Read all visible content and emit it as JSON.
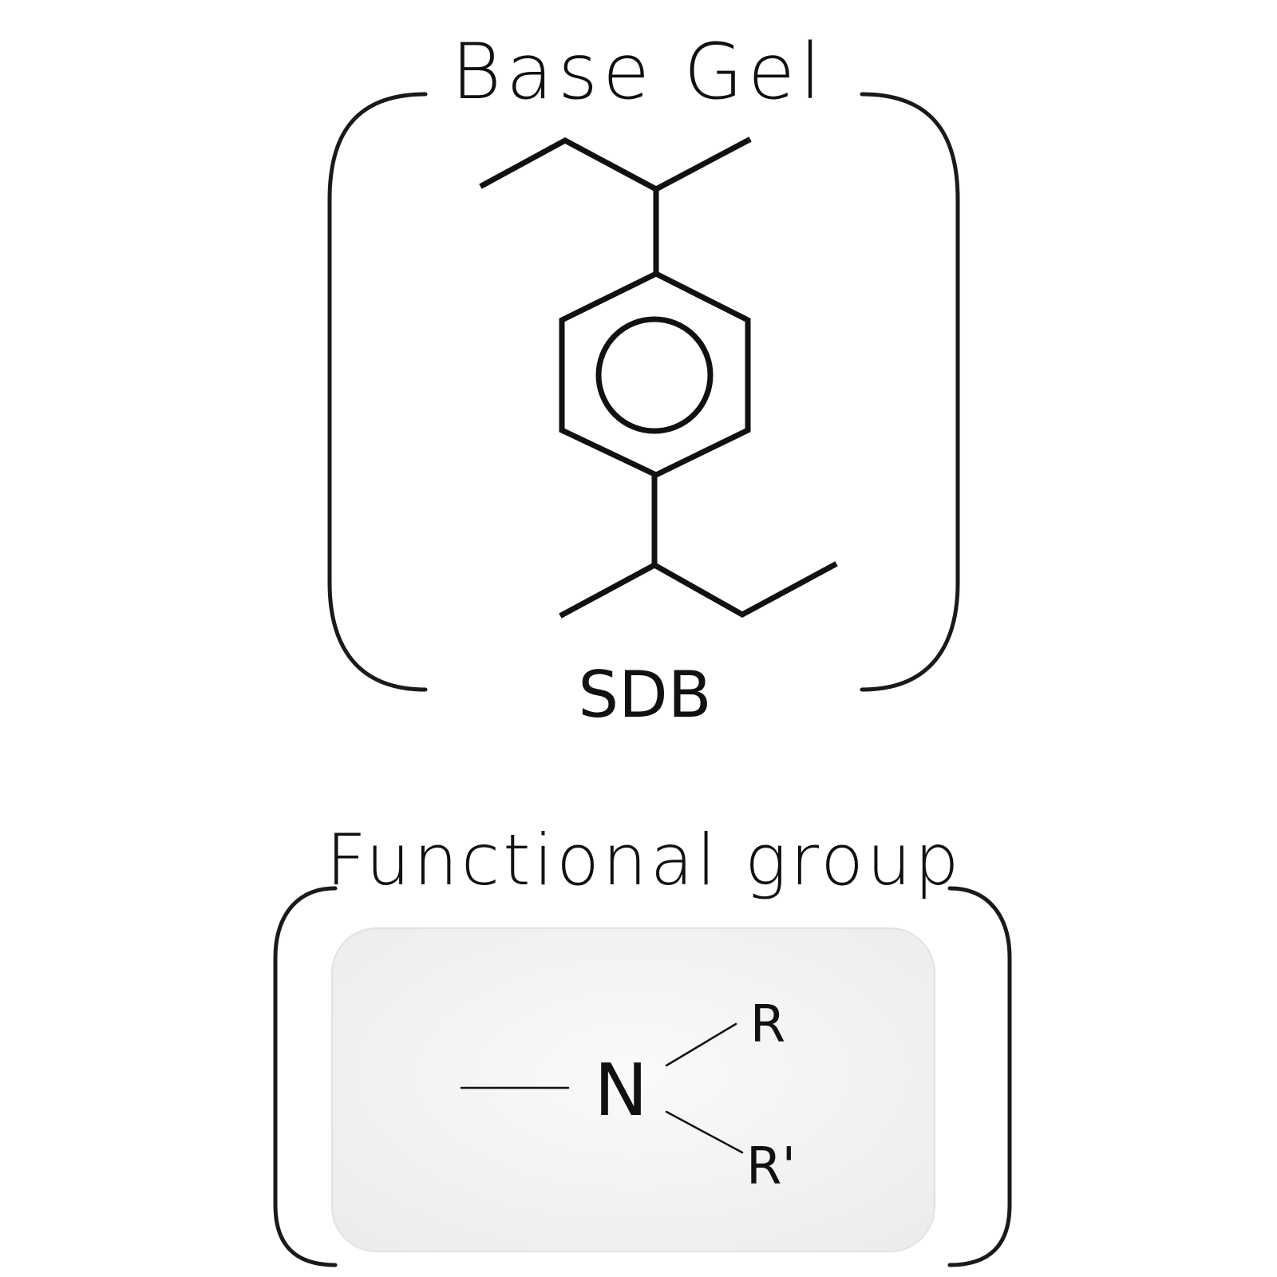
{
  "base_gel": {
    "heading": "Base Gel",
    "label": "SDB"
  },
  "functional_group": {
    "heading": "Functional group",
    "atom_center": "N",
    "substituent_1": "R",
    "substituent_2": "R'"
  },
  "colors": {
    "ink": "#111111",
    "panel_fill": "#f4f4f4",
    "panel_border": "#e2e2e2"
  }
}
